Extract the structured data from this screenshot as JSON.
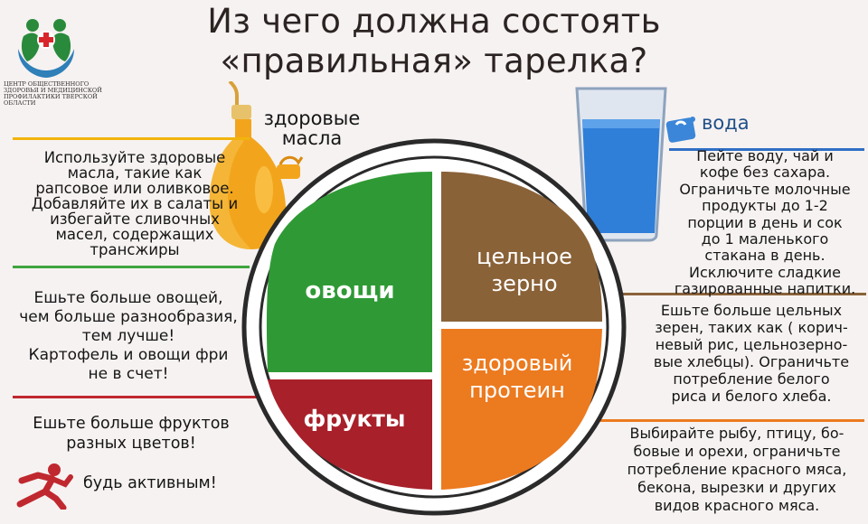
{
  "header": {
    "title_line1": "Из чего должна состоять",
    "title_line2": "«правильная» тарелка?"
  },
  "logo": {
    "caption": "ЦЕНТР ОБЩЕСТВЕННОГО ЗДОРОВЬЯ И МЕДИЦИНСКОЙ ПРОФИЛАКТИКИ ТВЕРСКОЙ ОБЛАСТИ"
  },
  "plate": {
    "vegetables_label": "овощи",
    "grain_label_1": "цельное",
    "grain_label_2": "зерно",
    "protein_label_1": "здоровый",
    "protein_label_2": "протеин",
    "fruits_label": "фрукты"
  },
  "oils": {
    "label": "здоровые\nмасла",
    "text": "Используйте здоровые\nмасла, такие как\nрапсовое или оливковое.\nДобавляйте их в салаты и\nизбегайте сливочных\nмасел, содержащих\nтрансжиры"
  },
  "water": {
    "label": "вода",
    "text": "Пейте воду, чай и\nкофе без сахара.\nОграничьте молочные\nпродукты до 1-2\nпорции в день и сок\nдо 1 маленького\nстакана в день.\nИсключите сладкие\nгазированные напитки."
  },
  "vegetables": {
    "text": "Ешьте больше овощей,\nчем больше разнообразия,\nтем лучше!\nКартофель и овощи фри\nне  в счет!"
  },
  "fruits": {
    "text": "Ешьте больше фруктов\nразных цветов!"
  },
  "activity": {
    "text": "будь активным!"
  },
  "grain": {
    "text": "Ешьте больше цельных\nзерен, таких как ( корич-\nневый рис, цельнозерно-\nвые хлебцы). Ограничьте\nпотребление белого\nриса и белого хлеба."
  },
  "protein": {
    "text": "Выбирайте рыбу, птицу, бо-\nбовые и орехи, ограничьте\nпотребление красного мяса,\nбекона, вырезки и других\nвидов красного мяса."
  },
  "colors": {
    "vegetables": "#2f9a35",
    "grain": "#8a6238",
    "protein": "#ec7a1f",
    "fruits": "#a8202a",
    "oil": "#f2a51c",
    "water": "#2f7fd9"
  }
}
